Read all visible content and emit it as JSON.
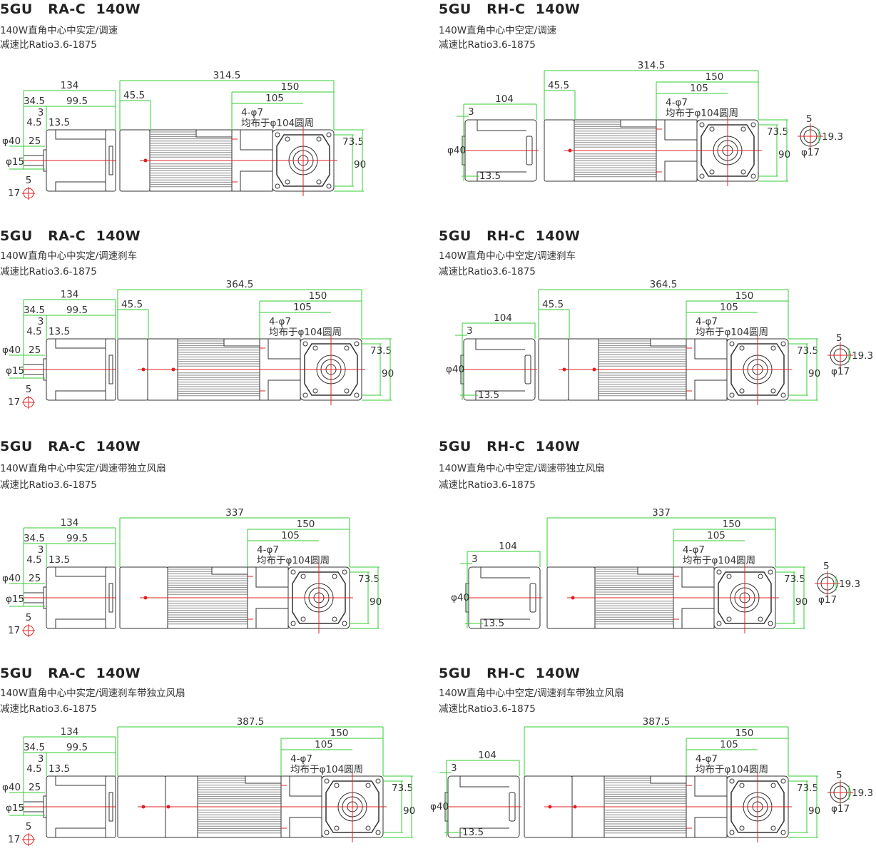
{
  "colors": {
    "dimension": "#33cc33",
    "centerline": "#e02020",
    "outline": "#333333"
  },
  "panels": [
    {
      "title": "5GU   RA-C  140W",
      "subtitle": "140W直角中心中实定/调速",
      "ratio": "减速比Ratio3.6-1875",
      "type": "RA",
      "variant": "plain",
      "side": {
        "len": "134",
        "a": "34.5",
        "b": "99.5",
        "c": "3",
        "d": "4.5",
        "e": "13.5",
        "f": "φ40",
        "g": "25",
        "h": "φ15",
        "key": "5",
        "keyd": "17"
      },
      "main": {
        "total": "314.5",
        "cap": "45.5",
        "gear": "150",
        "center": "105",
        "holes": "4-φ7",
        "pcd": "均布于φ104圆周",
        "inner": "73.5",
        "outer": "90"
      }
    },
    {
      "title": "5GU   RH-C  140W",
      "subtitle": "140W直角中心中空定/调速",
      "ratio": "减速比Ratio3.6-1875",
      "type": "RH",
      "variant": "plain",
      "side": {
        "len": "104",
        "c": "3",
        "f": "φ40",
        "e": "13.5"
      },
      "shaft": {
        "key": "5",
        "depth": "19.3",
        "bore": "φ17"
      },
      "main": {
        "total": "314.5",
        "cap": "45.5",
        "gear": "150",
        "center": "105",
        "holes": "4-φ7",
        "pcd": "均布于φ104圆周",
        "inner": "73.5",
        "outer": "90"
      }
    },
    {
      "title": "5GU   RA-C  140W",
      "subtitle": "140W直角中心中实定/调速刹车",
      "ratio": "减速比Ratio3.6-1875",
      "type": "RA",
      "variant": "brake",
      "side": {
        "len": "134",
        "a": "34.5",
        "b": "99.5",
        "c": "3",
        "d": "4.5",
        "e": "13.5",
        "f": "φ40",
        "g": "25",
        "h": "φ15",
        "key": "5",
        "keyd": "17"
      },
      "main": {
        "total": "364.5",
        "cap": "45.5",
        "gear": "150",
        "center": "105",
        "holes": "4-φ7",
        "pcd": "均布于φ104圆周",
        "inner": "73.5",
        "outer": "90"
      }
    },
    {
      "title": "5GU   RH-C  140W",
      "subtitle": "140W直角中心中空定/调速刹车",
      "ratio": "减速比Ratio3.6-1875",
      "type": "RH",
      "variant": "brake",
      "side": {
        "len": "104",
        "c": "3",
        "f": "φ40",
        "e": "13.5"
      },
      "shaft": {
        "key": "5",
        "depth": "19.3",
        "bore": "φ17"
      },
      "main": {
        "total": "364.5",
        "cap": "45.5",
        "gear": "150",
        "center": "105",
        "holes": "4-φ7",
        "pcd": "均布于φ104圆周",
        "inner": "73.5",
        "outer": "90"
      }
    },
    {
      "title": "5GU   RA-C  140W",
      "subtitle": "140W直角中心中实定/调速带独立风扇",
      "ratio": "减速比Ratio3.6-1875",
      "type": "RA",
      "variant": "fan",
      "side": {
        "len": "134",
        "a": "34.5",
        "b": "99.5",
        "c": "3",
        "d": "4.5",
        "e": "13.5",
        "f": "φ40",
        "g": "25",
        "h": "φ15",
        "key": "5",
        "keyd": "17"
      },
      "main": {
        "total": "337",
        "gear": "150",
        "center": "105",
        "holes": "4-φ7",
        "pcd": "均布于φ104圆周",
        "inner": "73.5",
        "outer": "90"
      }
    },
    {
      "title": "5GU   RH-C  140W",
      "subtitle": "140W直角中心中空定/调速带独立风扇",
      "ratio": "减速比Ratio3.6-1875",
      "type": "RH",
      "variant": "fan",
      "side": {
        "len": "104",
        "c": "3",
        "f": "φ40",
        "e": "13.5"
      },
      "shaft": {
        "key": "5",
        "depth": "19.3",
        "bore": "φ17"
      },
      "main": {
        "total": "337",
        "gear": "150",
        "center": "105",
        "holes": "4-φ7",
        "pcd": "均布于φ104圆周",
        "inner": "73.5",
        "outer": "90"
      }
    },
    {
      "title": "5GU   RA-C  140W",
      "subtitle": "140W直角中心中实定/调速刹车带独立风扇",
      "ratio": "减速比Ratio3.6-1875",
      "type": "RA",
      "variant": "brakefan",
      "side": {
        "len": "134",
        "a": "34.5",
        "b": "99.5",
        "c": "3",
        "d": "4.5",
        "e": "13.5",
        "f": "φ40",
        "g": "25",
        "h": "φ15",
        "key": "5",
        "keyd": "17"
      },
      "main": {
        "total": "387.5",
        "gear": "150",
        "center": "105",
        "holes": "4-φ7",
        "pcd": "均布于φ104圆周",
        "inner": "73.5",
        "outer": "90"
      }
    },
    {
      "title": "5GU   RH-C  140W",
      "subtitle": "140W直角中心中空定/调速刹车带独立风扇",
      "ratio": "减速比Ratio3.6-1875",
      "type": "RH",
      "variant": "brakefan",
      "side": {
        "len": "104",
        "c": "3",
        "f": "φ40",
        "e": "13.5"
      },
      "shaft": {
        "key": "5",
        "depth": "19.3",
        "bore": "φ17"
      },
      "main": {
        "total": "387.5",
        "gear": "150",
        "center": "105",
        "holes": "4-φ7",
        "pcd": "均布于φ104圆周",
        "inner": "73.5",
        "outer": "90"
      }
    }
  ]
}
